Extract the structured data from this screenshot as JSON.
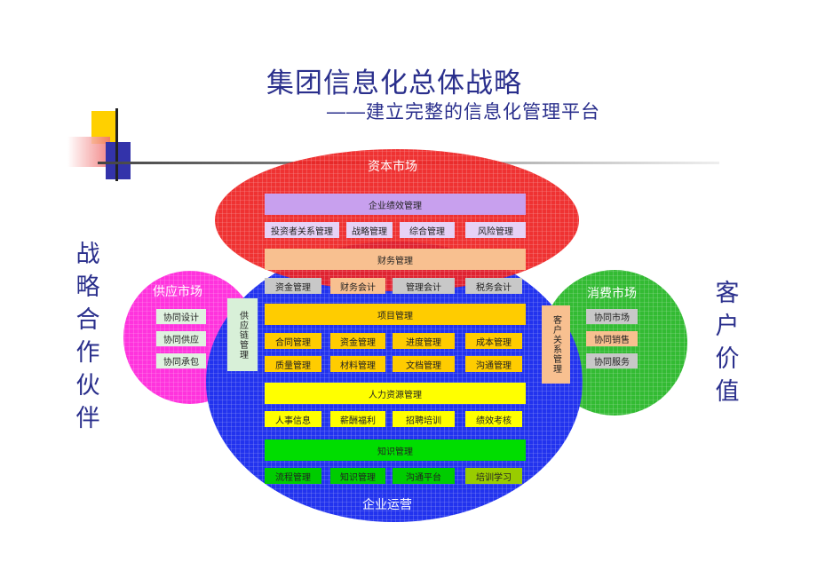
{
  "title": "集团信息化总体战略",
  "subtitle": "――建立完整的信息化管理平台",
  "left_side_label": "战略合作伙伴",
  "right_side_label": "客户价值",
  "circles": {
    "capital": "资本市场",
    "supply": "供应市场",
    "consumer": "消费市场",
    "operations": "企业运营"
  },
  "colors": {
    "title": "#2a2f8c",
    "capital_circle": "#ee2222",
    "supply_circle": "#ff33dd",
    "consumer_circle": "#33bb33",
    "operations_circle": "#2233ee"
  },
  "bars": {
    "performance": "企业绩效管理",
    "finance": "财务管理",
    "project": "项目管理",
    "hr": "人力资源管理",
    "knowledge": "知识管理"
  },
  "rows": {
    "performance": [
      "投资者关系管理",
      "战略管理",
      "综合管理",
      "风险管理"
    ],
    "finance": [
      "资金管理",
      "财务会计",
      "管理会计",
      "税务会计"
    ],
    "project1": [
      "合同管理",
      "资金管理",
      "进度管理",
      "成本管理"
    ],
    "project2": [
      "质量管理",
      "材料管理",
      "文档管理",
      "沟通管理"
    ],
    "hr": [
      "人事信息",
      "薪酬福利",
      "招聘培训",
      "绩效考核"
    ],
    "knowledge": [
      "流程管理",
      "知识管理",
      "沟通平台",
      "培训学习"
    ]
  },
  "supply_items": [
    "协同设计",
    "协同供应",
    "协同承包"
  ],
  "supply_chain": "供应链管理",
  "consumer_items": [
    "协同市场",
    "协同销售",
    "协同服务"
  ],
  "crm": "客户关系管理"
}
